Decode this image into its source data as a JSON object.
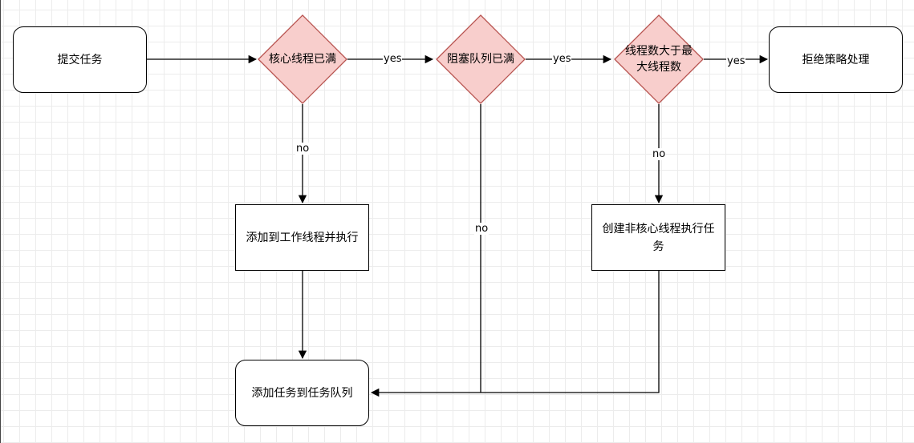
{
  "nodes": {
    "submit_task": "提交任务",
    "core_full": "核心线程已满",
    "queue_full": "阻塞队列已满",
    "threads_exceed_max": "线程数大于最大线程数",
    "reject_policy": "拒绝策略处理",
    "add_to_worker": "添加到工作线程并执行",
    "create_noncore": "创建非核心线程执行任务",
    "add_to_queue": "添加任务到任务队列"
  },
  "edges": {
    "core_yes": "yes",
    "queue_yes": "yes",
    "max_yes": "yes",
    "core_no": "no",
    "queue_no": "no",
    "max_no": "no"
  },
  "colors": {
    "decision_fill": "#f8cecc",
    "decision_stroke": "#b85450",
    "edge": "#000000"
  }
}
